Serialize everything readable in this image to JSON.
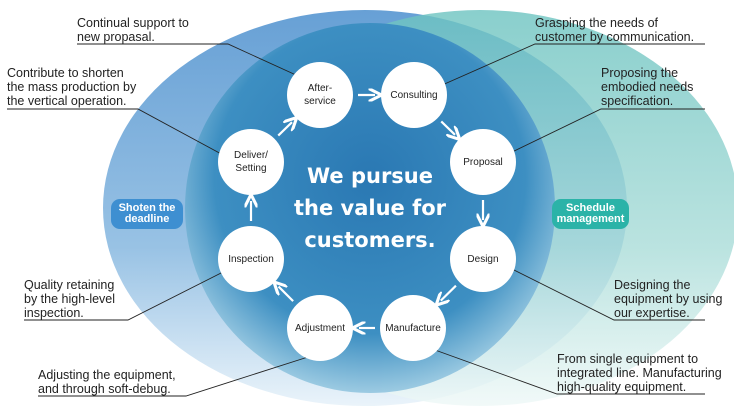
{
  "center_text": "We pursue\nthe value for\ncustomers.",
  "badges": {
    "left": "Shoten the\ndeadline",
    "right": "Schedule\nmanagement"
  },
  "nodes": [
    {
      "id": "after-service",
      "label": "After-\nservice"
    },
    {
      "id": "consulting",
      "label": "Consulting"
    },
    {
      "id": "proposal",
      "label": "Proposal"
    },
    {
      "id": "design",
      "label": "Design"
    },
    {
      "id": "manufacture",
      "label": "Manufacture"
    },
    {
      "id": "adjustment",
      "label": "Adjustment"
    },
    {
      "id": "inspection",
      "label": "Inspection"
    },
    {
      "id": "deliver-setting",
      "label": "Deliver/\nSetting"
    }
  ],
  "notes": {
    "after_service": "Continual support to\nnew propasal.",
    "deliver": "Contribute to shorten\nthe mass production by\nthe vertical operation.",
    "inspection": "Quality retaining\nby the high-level\ninspection.",
    "adjustment": "Adjusting the equipment,\nand through soft-debug.",
    "consulting": "Grasping the needs of\ncustomer by communication.",
    "proposal": "Proposing the\nembodied needs\nspecification.",
    "design": "Designing the\nequipment by using\nour expertise.",
    "manufacture": "From single equipment to\nintegrated line. Manufacturing\nhigh-quality equipment."
  },
  "colors": {
    "left_ellipse": "#6fa3d6",
    "right_ellipse": "#7cc9c5",
    "inner_circle": "#3f8fc2",
    "badge_left": "#3e8fd1",
    "badge_right": "#2bb3a8",
    "leader": "#222222",
    "node_fill": "#ffffff"
  }
}
